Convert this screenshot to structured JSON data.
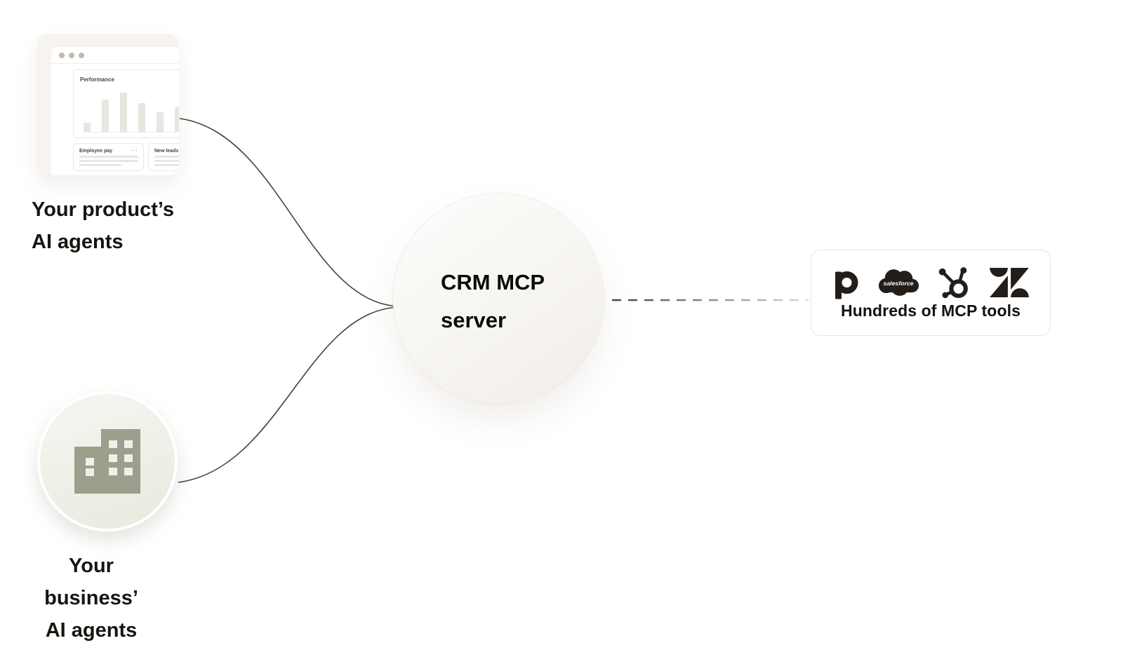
{
  "product_node": {
    "label": {
      "line1": "Your product’s",
      "line2": "AI agents"
    },
    "performance_card": {
      "title": "Performance",
      "bars": [
        13,
        46,
        56,
        41,
        28,
        35
      ]
    },
    "employee_pay_card": {
      "title": "Employee pay",
      "menu_icon": "⋯"
    },
    "new_leads_card": {
      "title": "New leads"
    }
  },
  "business_node": {
    "label": {
      "line1": "Your business’",
      "line2": "AI agents"
    }
  },
  "server_node": {
    "line1": "CRM MCP",
    "line2": "server"
  },
  "tools_node": {
    "caption": "Hundreds of MCP tools",
    "logos": [
      "pipedrive",
      "salesforce",
      "hubspot",
      "zendesk"
    ],
    "salesforce_text": "salesforce"
  },
  "colors": {
    "mock_frame": "#f7f3ee",
    "window_dots": "#c9b7a8",
    "skeleton": "#e9e5e0",
    "building": "#9aa08c",
    "business_circle_bg": "#edefe6",
    "server_circle_bg": "#f5f2ed",
    "connector_line": "#45413d",
    "logo_ink": "#231e19",
    "box_border": "#e8e4de"
  }
}
